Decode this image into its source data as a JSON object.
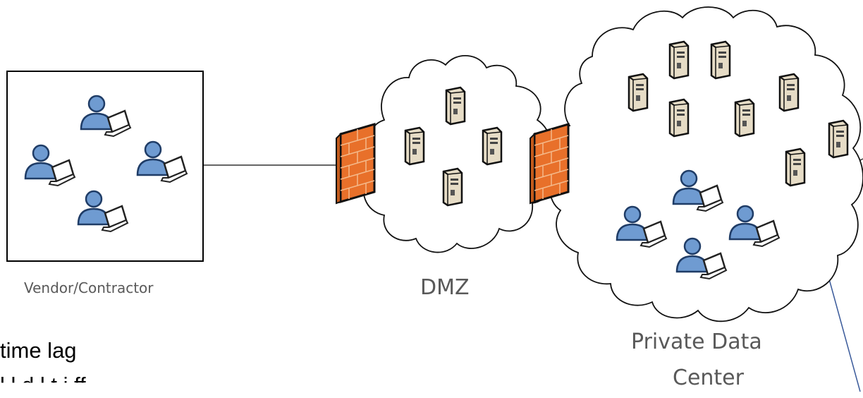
{
  "labels": {
    "vendor": "Vendor/Contractor",
    "dmz": "DMZ",
    "private_line1": "Private Data",
    "private_line2": "Center"
  },
  "text": {
    "line1": "time lag",
    "line2": "l    l   d   l                    t   i     ff"
  },
  "icons": {
    "user": "user-with-laptop-icon",
    "server": "server-tower-icon",
    "firewall": "firewall-icon",
    "cloud": "cloud-outline"
  },
  "colors": {
    "user_fill": "#6f9bd1",
    "user_stroke": "#1f3c66",
    "server_fill": "#e6dcc6",
    "firewall_fill": "#e8702a",
    "line": "#333333",
    "label": "#595959",
    "callout_line": "#3a5a9a"
  }
}
